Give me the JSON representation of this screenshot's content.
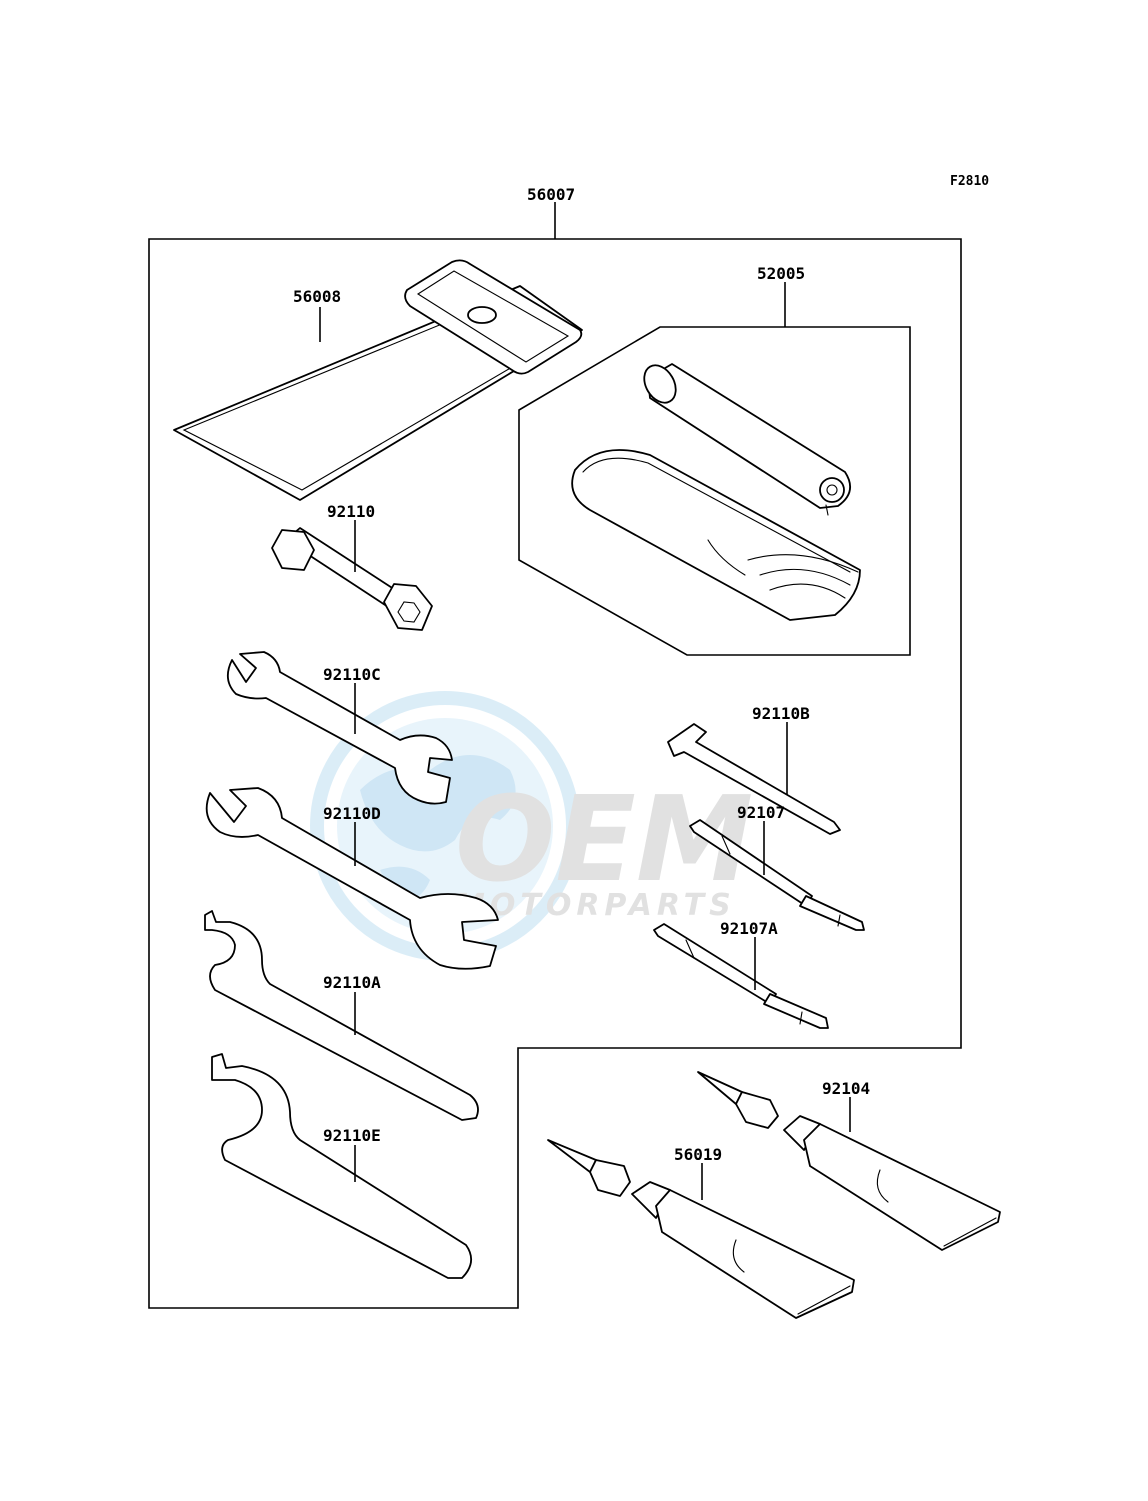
{
  "figure_code": "F2810",
  "parts": {
    "tool_kit": "56007",
    "tool_bag": "56008",
    "grease_kit": "52005",
    "plug_wrench": "92110",
    "wrench_c": "92110C",
    "wrench_d": "92110D",
    "wrench_a": "92110A",
    "wrench_e": "92110E",
    "hex_key": "92110B",
    "screwdriver": "92107",
    "screwdriver_a": "92107A",
    "grease_tube": "92104",
    "sealant_tube": "56019"
  },
  "watermark": {
    "logo": "OEM",
    "text": "MOTORPARTS"
  },
  "colors": {
    "line": "#000000",
    "watermark_blue": "#cfe6f5",
    "watermark_grey": "#d9d9d9"
  }
}
